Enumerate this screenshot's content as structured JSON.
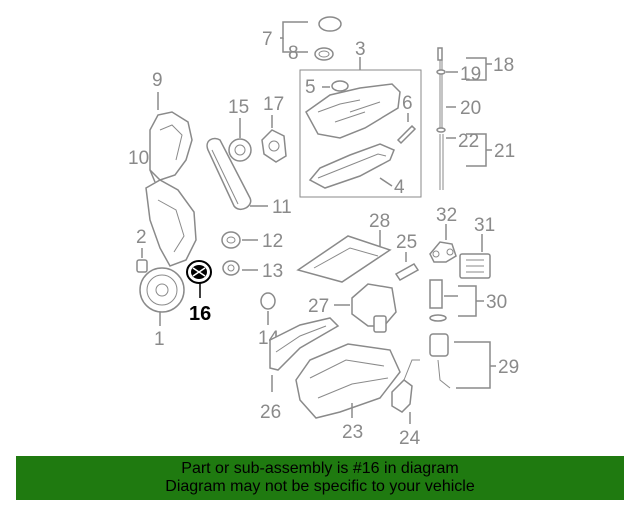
{
  "diagram": {
    "highlight_part": "16",
    "labels": {
      "p1": "1",
      "p2": "2",
      "p3": "3",
      "p4": "4",
      "p5": "5",
      "p6": "6",
      "p7": "7",
      "p8": "8",
      "p9": "9",
      "p10": "10",
      "p11": "11",
      "p12": "12",
      "p13": "13",
      "p14": "14",
      "p15": "15",
      "p16": "16",
      "p17": "17",
      "p18": "18",
      "p19": "19",
      "p20": "20",
      "p21": "21",
      "p22": "22",
      "p23": "23",
      "p24": "24",
      "p25": "25",
      "p26": "26",
      "p27": "27",
      "p28": "28",
      "p29": "29",
      "p30": "30",
      "p31": "31",
      "p32": "32"
    }
  },
  "footer": {
    "line1": "Part or sub-assembly is #16 in diagram",
    "line2": "Diagram may not be specific to your vehicle",
    "background": "#1f7a10"
  }
}
